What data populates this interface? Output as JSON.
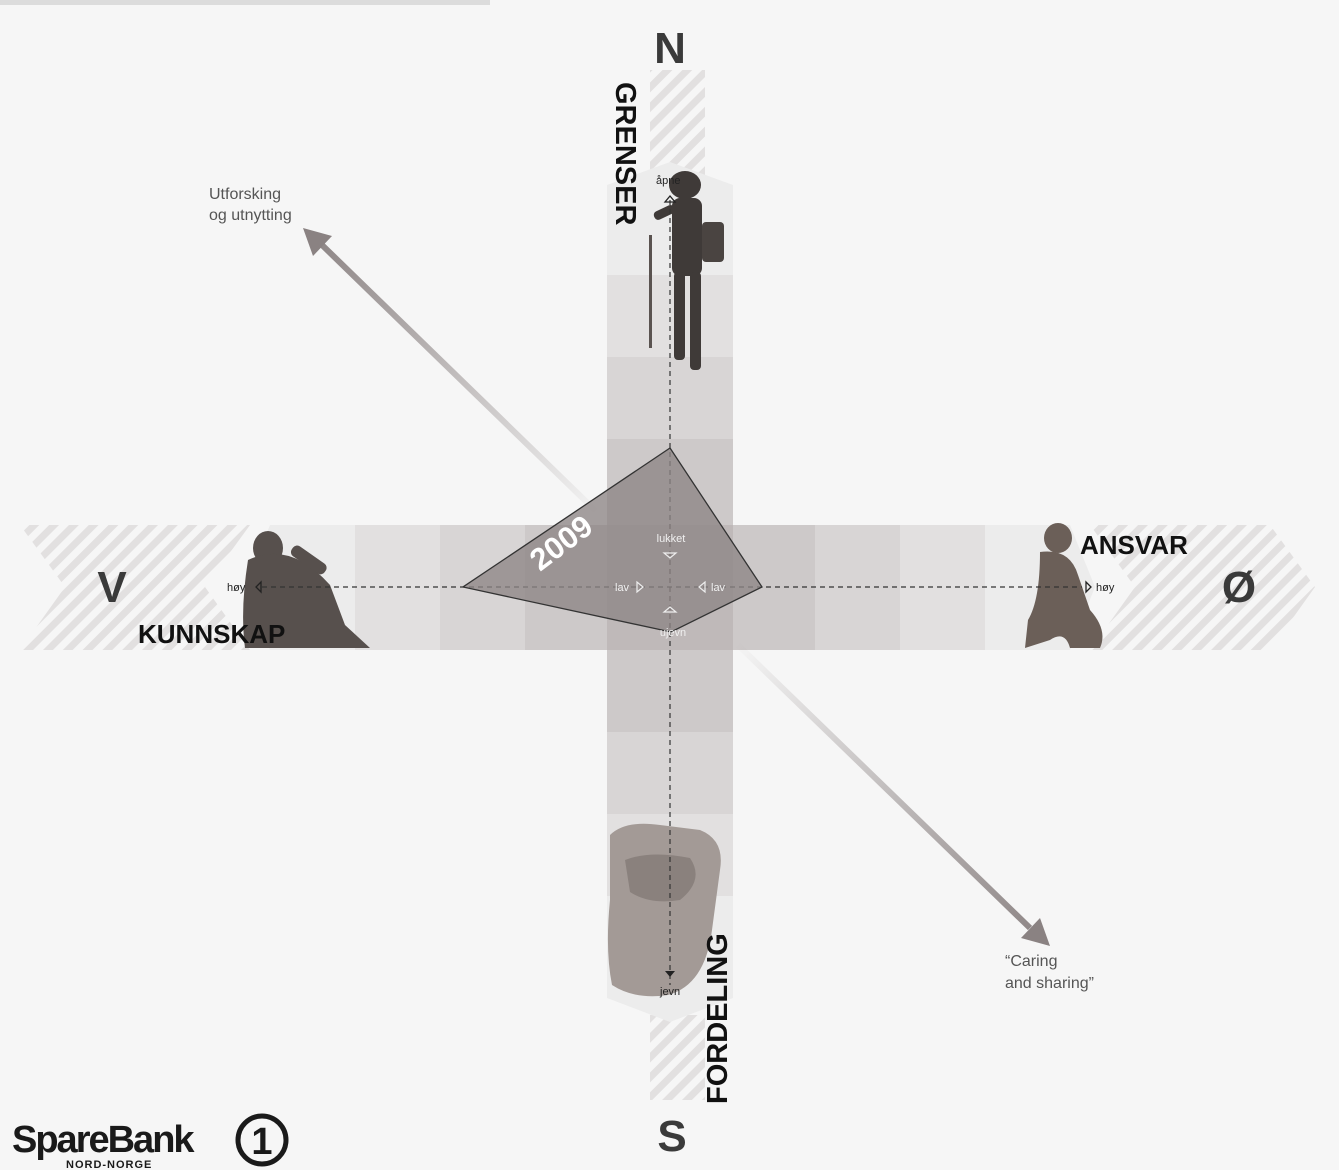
{
  "compass": {
    "north": "N",
    "south": "S",
    "west": "V",
    "east": "Ø"
  },
  "axes": {
    "north_label": "GRENSER",
    "south_label": "FORDELING",
    "west_label": "KUNNSKAP",
    "east_label": "ANSVAR"
  },
  "scale_labels": {
    "north_end": "åpne",
    "south_end": "jevn",
    "west_end": "høy",
    "east_end": "høy",
    "center_top": "lukket",
    "center_bottom": "ujevn",
    "center_left": "lav",
    "center_right": "lav"
  },
  "diagonals": {
    "upper_left": [
      "Utforsking",
      "og utnytting"
    ],
    "lower_right": [
      "“Caring",
      "and sharing”"
    ]
  },
  "year": "2009",
  "brand": {
    "name": "SpareBank",
    "sub": "NORD-NORGE",
    "numeral": "1"
  },
  "colors": {
    "background": "#f6f6f6",
    "band": "#c8c3c3",
    "polygon": "#8d8585",
    "arrow": "#8a8282"
  }
}
